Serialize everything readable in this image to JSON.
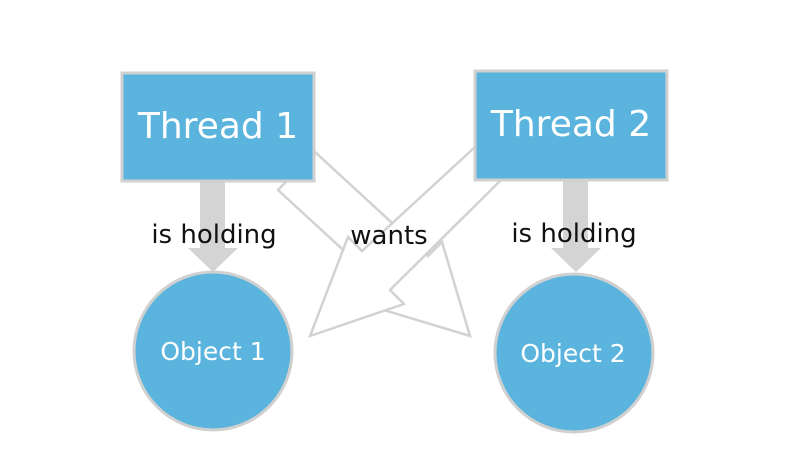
{
  "diagram": {
    "threads": [
      {
        "label": "Thread 1"
      },
      {
        "label": "Thread 2"
      }
    ],
    "objects": [
      {
        "label": "Object 1"
      },
      {
        "label": "Object 2"
      }
    ],
    "edge_labels": {
      "holding_left": "is holding",
      "holding_right": "is holding",
      "wants": "wants"
    },
    "colors": {
      "node_fill": "#5ab4dd",
      "node_border": "#d0d0d0",
      "holding_arrow": "#d4d4d4",
      "wants_arrow_stroke": "#d2d2d2",
      "label_text": "#111111",
      "node_text": "#ffffff"
    }
  }
}
